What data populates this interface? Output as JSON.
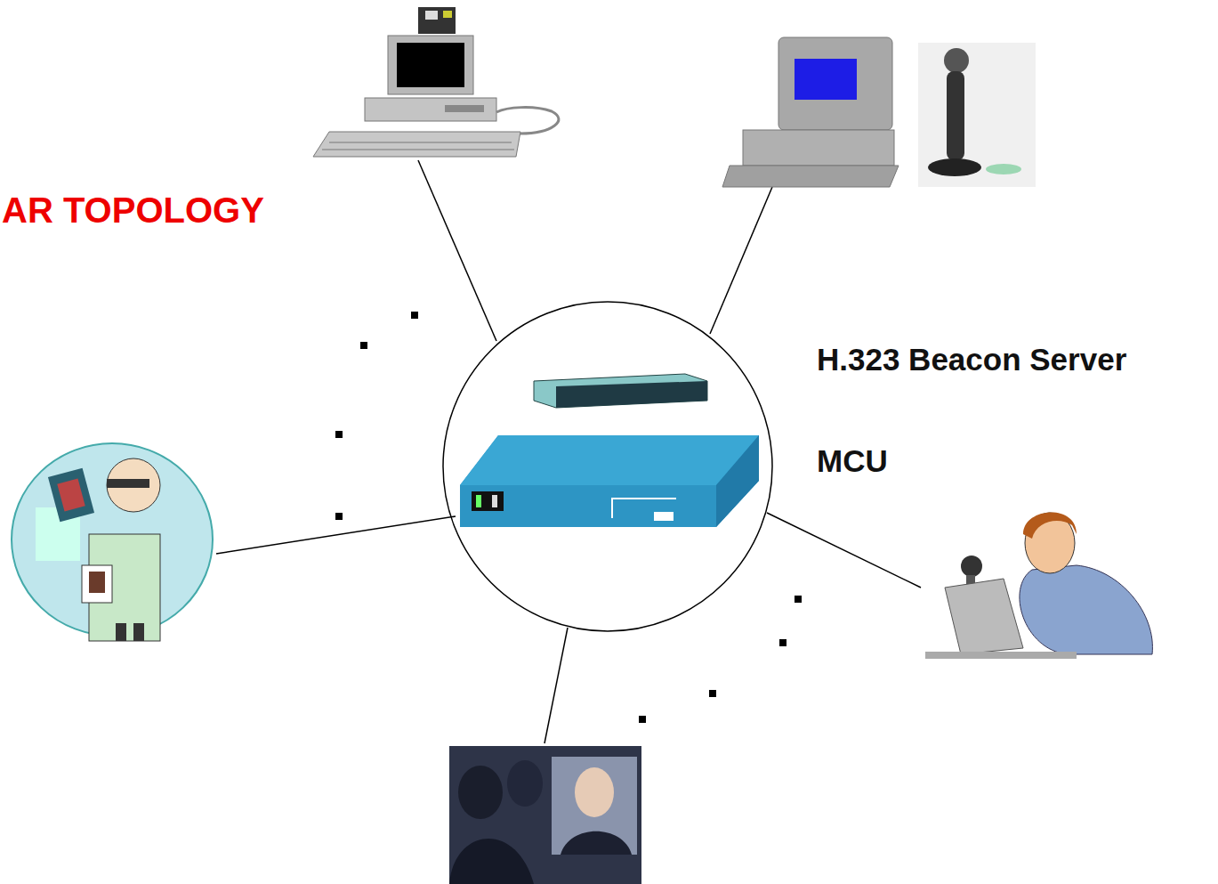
{
  "diagram": {
    "title": "AR TOPOLOGY",
    "nodes": [
      {
        "text": [
          "H.323 Beacon Server",
          "MCU"
        ]
      }
    ]
  }
}
